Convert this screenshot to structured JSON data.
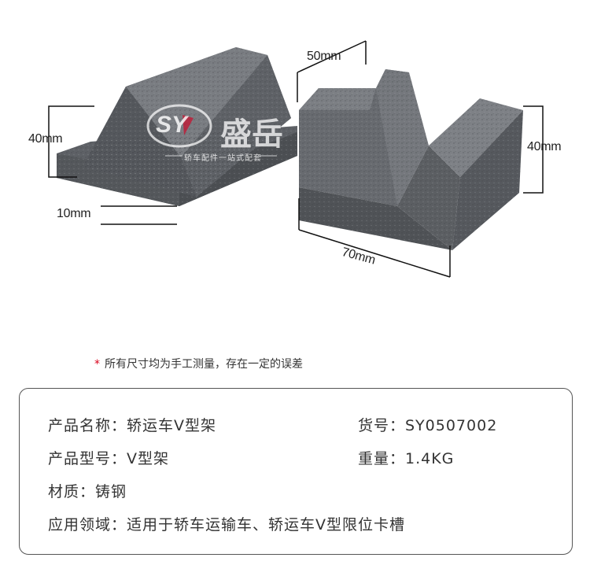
{
  "logo": {
    "letters": "SY",
    "brand_text": "盛岳",
    "tagline": "轿车配件一站式配套"
  },
  "dimensions": {
    "left_height": "40mm",
    "left_thickness": "10mm",
    "right_width": "50mm",
    "right_height": "40mm",
    "right_length": "70mm"
  },
  "note": {
    "star": "*",
    "text": "所有尺寸均为手工测量，存在一定的误差"
  },
  "specs": {
    "name": "产品名称：轿运车V型架",
    "item_no": "货号：SY0507002",
    "model": "产品型号：V型架",
    "weight": "重量：1.4KG",
    "material": "材质：铸钢",
    "application": "应用领域：适用于轿车运输车、轿运车V型限位卡槽"
  },
  "colors": {
    "metal": "#6b6e73",
    "metal_dark": "#4a4c50",
    "metal_light": "#8a8d92",
    "logo_red": "#c8102e",
    "note_star": "#d9001b"
  }
}
